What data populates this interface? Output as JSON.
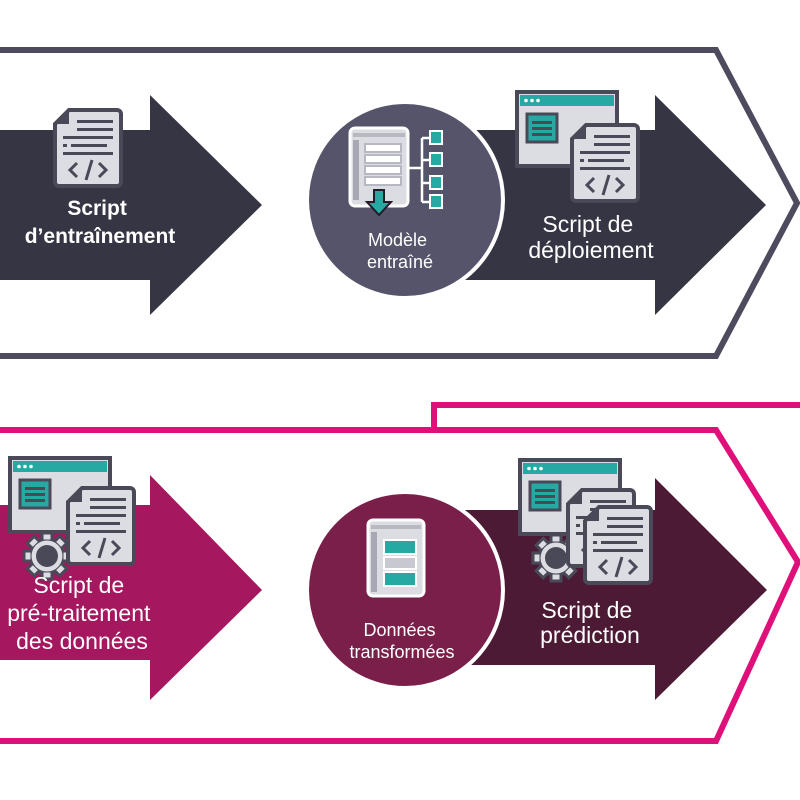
{
  "colors": {
    "top_frame": "#4d4b5d",
    "top_arrow_1": "#363543",
    "top_circle": "#56546a",
    "top_arrow_2": "#363543",
    "bottom_frame": "#e0107a",
    "bottom_arrow_1": "#a5175e",
    "bottom_circle": "#7a1f4a",
    "bottom_arrow_2": "#4c1a35",
    "icon_teal": "#27a9a3",
    "icon_paper": "#dcdce3",
    "icon_outline": "#4a4958"
  },
  "top_pipeline": {
    "name": "training-deployment-pipeline",
    "step1": {
      "icon": "code-document-icon",
      "lines": [
        "Script",
        "d’entraînement"
      ]
    },
    "step2": {
      "icon": "trained-model-icon",
      "lines": [
        "Modèle",
        "entraîné"
      ]
    },
    "step3": {
      "icon": "deployment-script-icon",
      "lines": [
        "Script de",
        "déploiement"
      ]
    }
  },
  "bottom_pipeline": {
    "name": "preprocessing-prediction-pipeline",
    "step1": {
      "icon": "preprocessing-script-icon",
      "lines": [
        "Script de",
        "pré-traitement",
        "des données"
      ]
    },
    "step2": {
      "icon": "transformed-data-icon",
      "lines": [
        "Données",
        "transformées"
      ]
    },
    "step3": {
      "icon": "prediction-script-icon",
      "lines": [
        "Script de",
        "prédiction"
      ]
    }
  }
}
